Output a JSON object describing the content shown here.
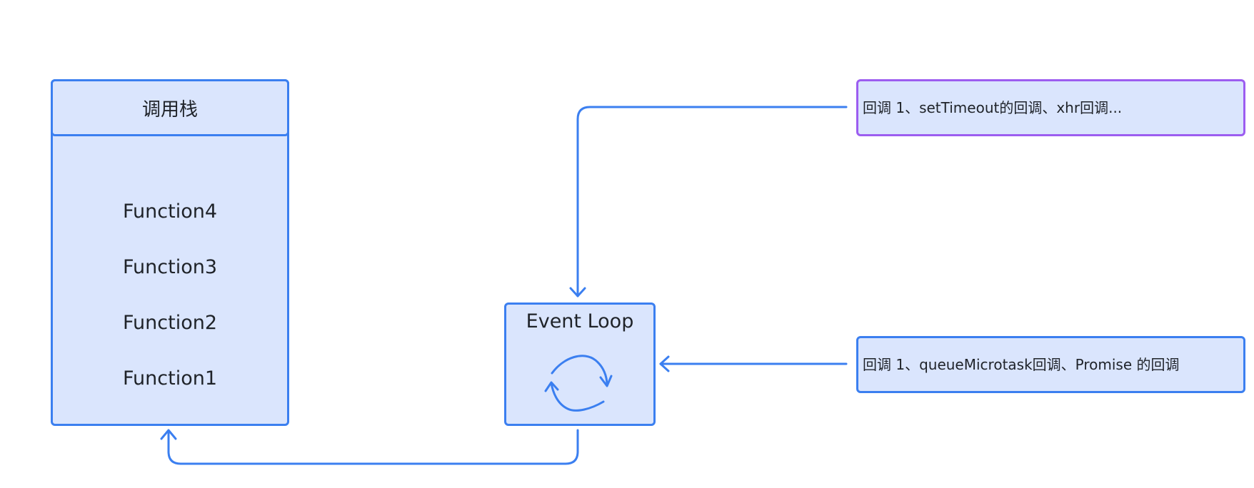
{
  "call_stack": {
    "title": "调用栈",
    "functions": [
      "Function4",
      "Function3",
      "Function2",
      "Function1"
    ]
  },
  "event_loop": {
    "title": "Event Loop",
    "icon": "loop-arrows-icon"
  },
  "queues": {
    "macrotask": "回调 1、setTimeout的回调、xhr回调...",
    "microtask": "回调 1、queueMicrotask回调、Promise 的回调"
  },
  "colors": {
    "box_fill": "#dae5fd",
    "box_border": "#3b7ff0",
    "macrotask_border": "#9c5df0",
    "arrow": "#3b7ff0",
    "text": "#1f2329"
  }
}
